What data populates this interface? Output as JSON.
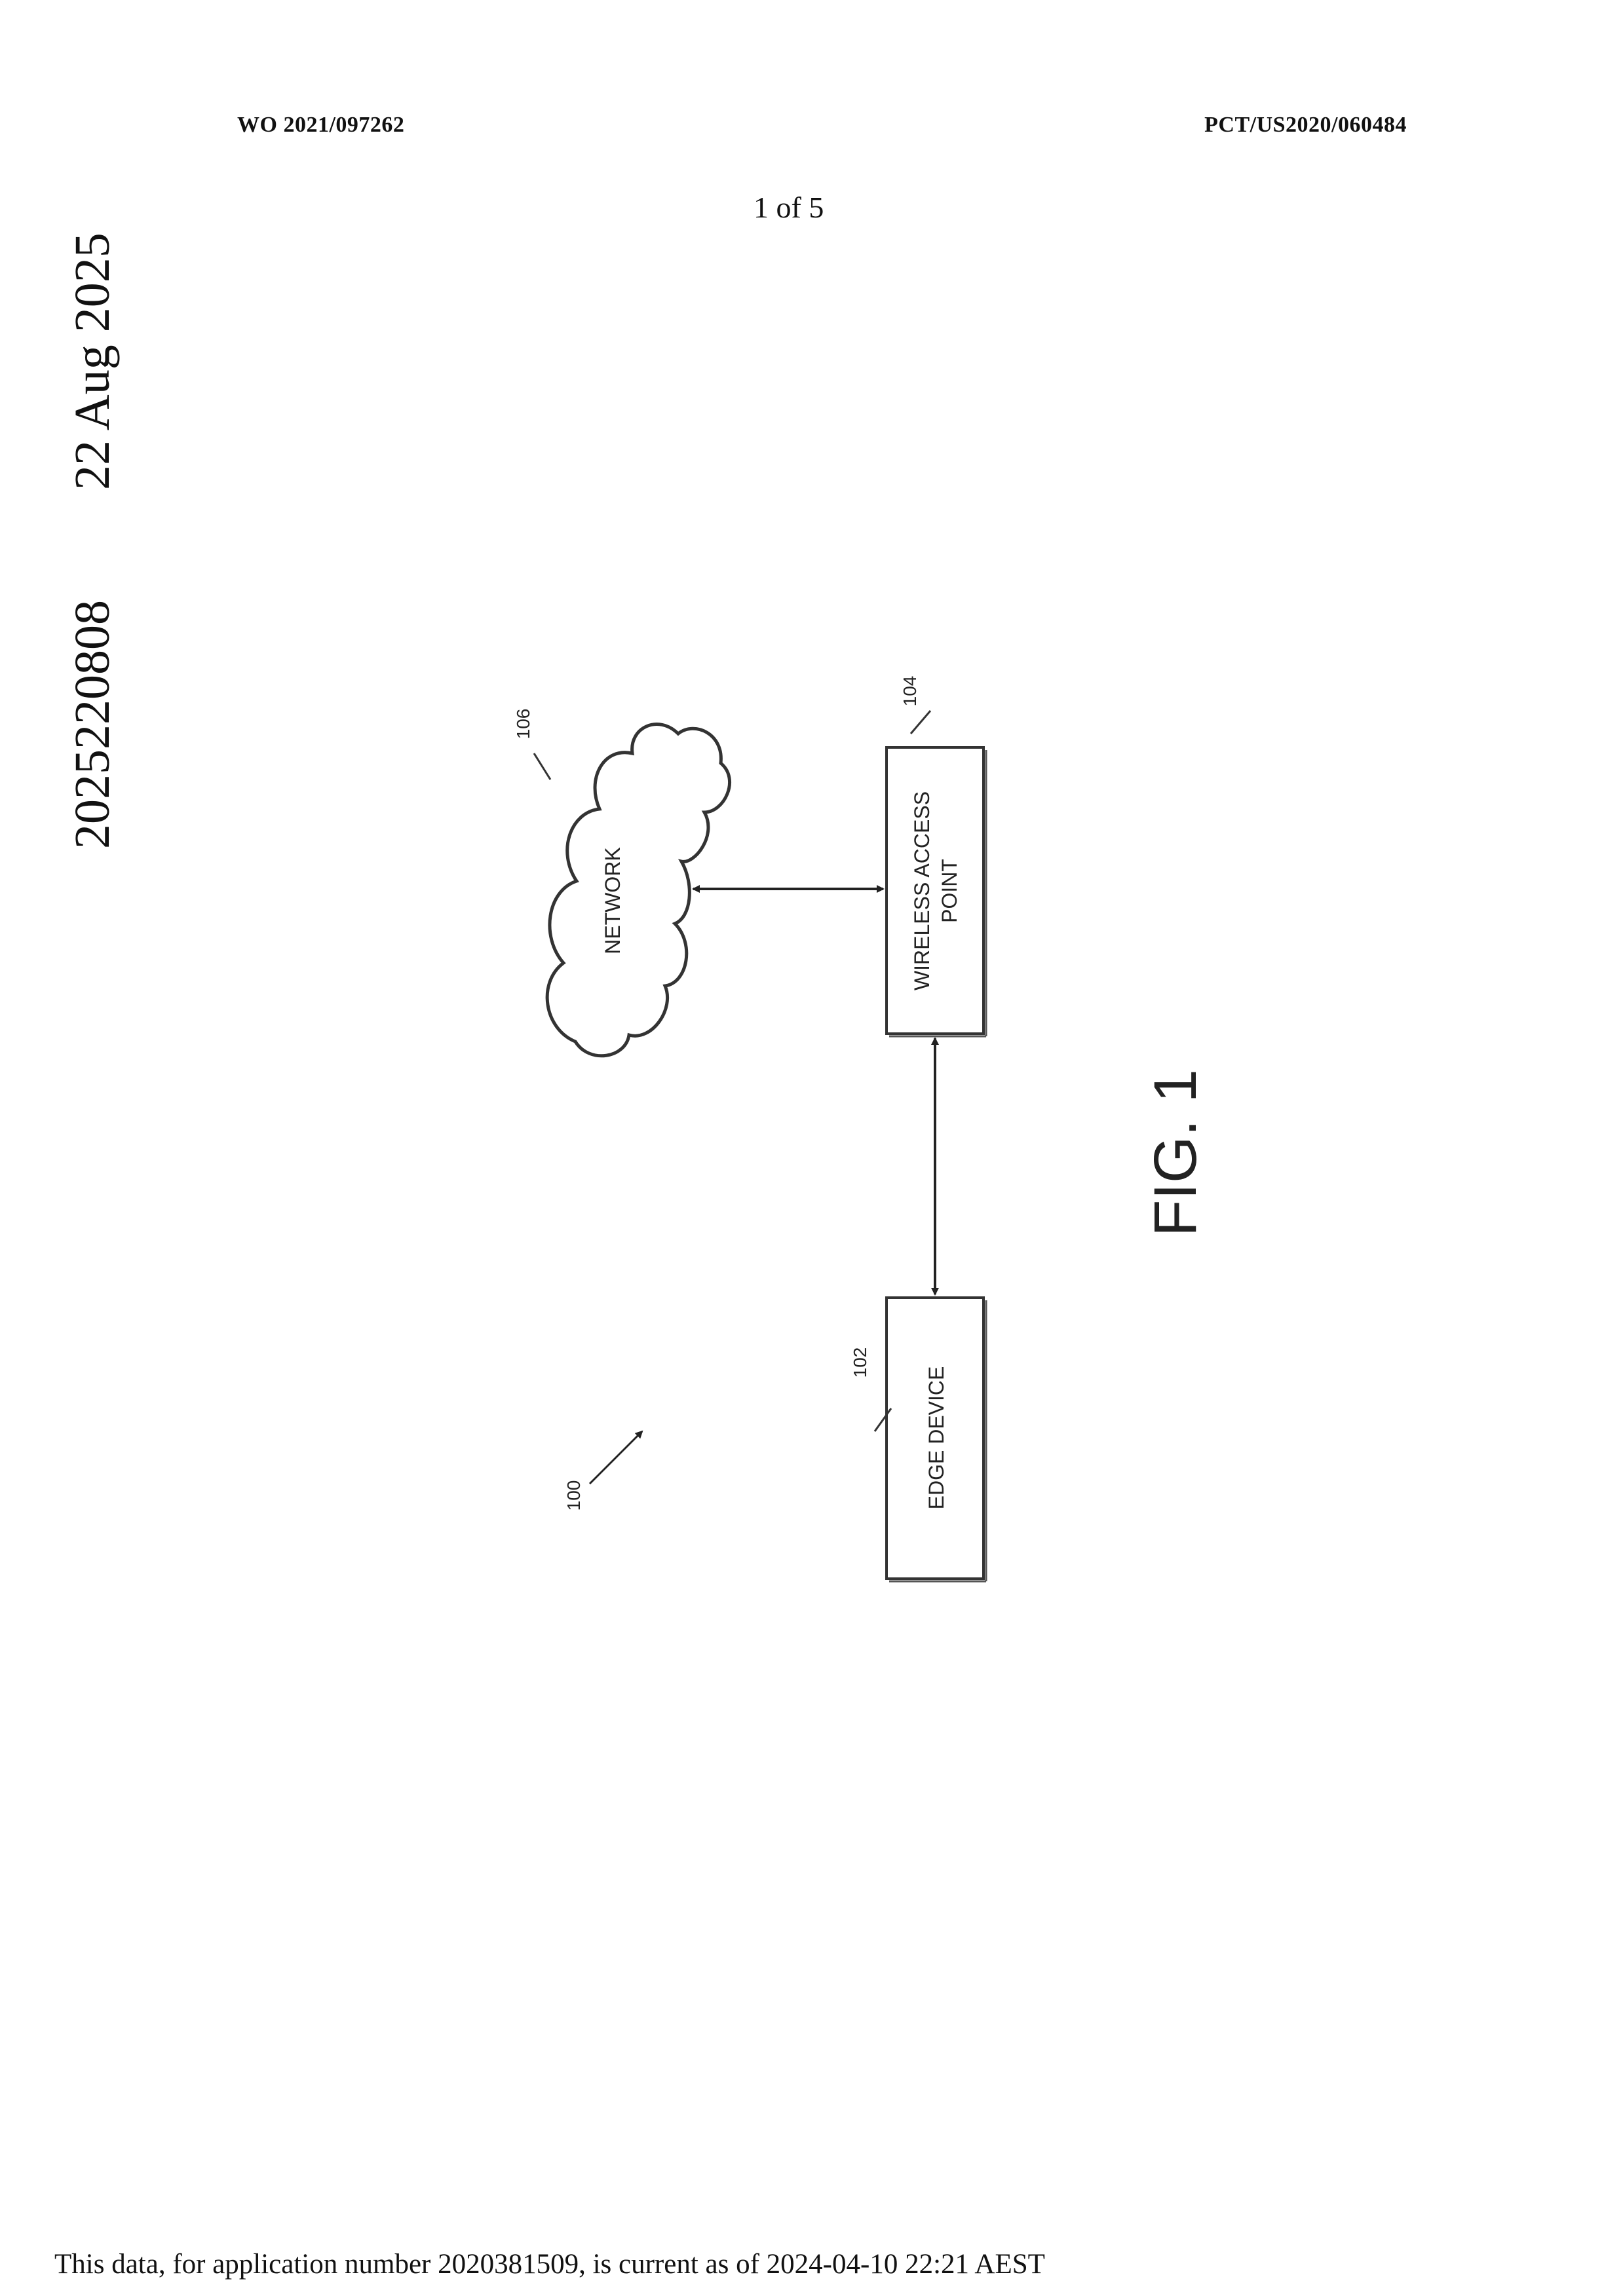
{
  "header": {
    "publication_number": "WO 2021/097262",
    "application_number": "PCT/US2020/060484",
    "page_indicator": "1 of 5"
  },
  "side_stamp": {
    "date": "22 Aug 2025",
    "number": "2025220808"
  },
  "footer": {
    "text": "This data, for application number 2020381509, is current as of 2024-04-10 22:21 AEST"
  },
  "figure": {
    "label": "FIG. 1",
    "system_ref": "100",
    "nodes": [
      {
        "id": "network",
        "label": "NETWORK",
        "ref": "106",
        "shape": "cloud"
      },
      {
        "id": "wap",
        "label_line1": "WIRELESS ACCESS",
        "label_line2": "POINT",
        "ref": "104",
        "shape": "box"
      },
      {
        "id": "edge",
        "label": "EDGE DEVICE",
        "ref": "102",
        "shape": "box"
      }
    ],
    "edges": [
      {
        "from": "network",
        "to": "wap",
        "type": "bidirectional-arrow"
      },
      {
        "from": "wap",
        "to": "edge",
        "type": "bidirectional-arrow"
      }
    ]
  }
}
